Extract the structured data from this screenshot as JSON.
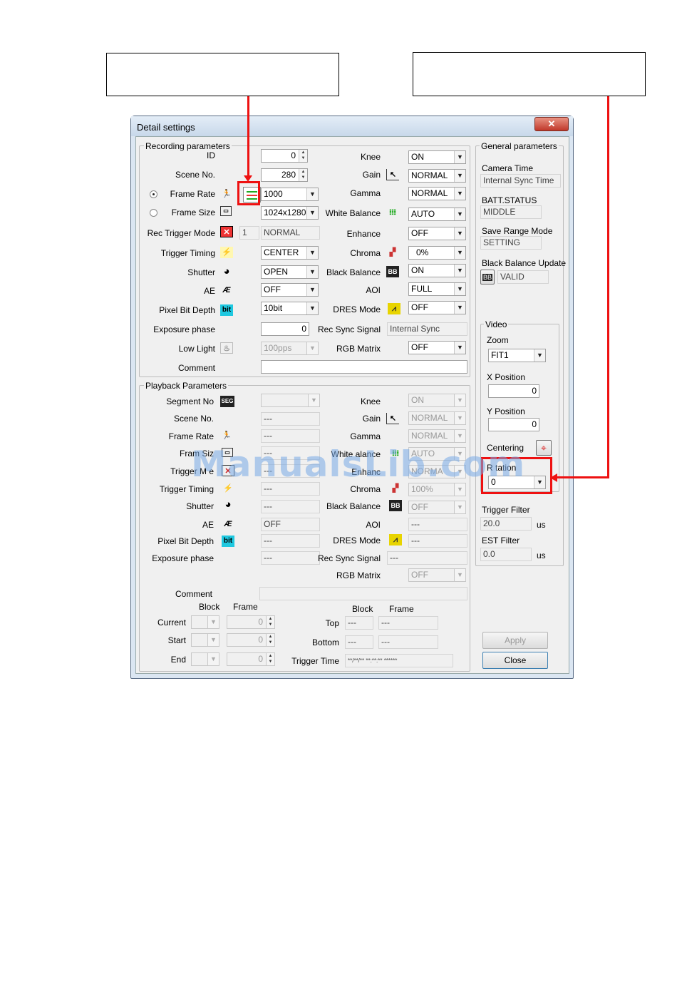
{
  "dialog": {
    "title": "Detail settings",
    "close_glyph": "✕"
  },
  "callouts": {
    "left_text": "",
    "right_text": ""
  },
  "recording": {
    "group_title": "Recording parameters",
    "id": {
      "label": "ID",
      "value": "0"
    },
    "scene_no": {
      "label": "Scene No.",
      "value": "280"
    },
    "frame_rate": {
      "label": "Frame Rate",
      "value": "1000"
    },
    "frame_size": {
      "label": "Frame Size",
      "value": "1024x1280"
    },
    "rec_trigger_mode": {
      "label": "Rec Trigger Mode",
      "num": "1",
      "value": "NORMAL"
    },
    "trigger_timing": {
      "label": "Trigger Timing",
      "value": "CENTER"
    },
    "shutter": {
      "label": "Shutter",
      "value": "OPEN"
    },
    "ae": {
      "label": "AE",
      "value": "OFF"
    },
    "pixel_bit_depth": {
      "label": "Pixel Bit Depth",
      "value": "10bit"
    },
    "exposure_phase": {
      "label": "Exposure phase",
      "value": "0"
    },
    "low_light": {
      "label": "Low Light",
      "value": "100pps"
    },
    "comment": {
      "label": "Comment",
      "value": ""
    },
    "knee": {
      "label": "Knee",
      "value": "ON"
    },
    "gain": {
      "label": "Gain",
      "value": "NORMAL"
    },
    "gamma": {
      "label": "Gamma",
      "value": "NORMAL"
    },
    "white_balance": {
      "label": "White Balance",
      "value": "AUTO"
    },
    "enhance": {
      "label": "Enhance",
      "value": "OFF"
    },
    "chroma": {
      "label": "Chroma",
      "value": "0%"
    },
    "black_balance": {
      "label": "Black Balance",
      "value": "ON"
    },
    "aoi": {
      "label": "AOI",
      "value": "FULL"
    },
    "dres_mode": {
      "label": "DRES Mode",
      "value": "OFF"
    },
    "rec_sync_signal": {
      "label": "Rec Sync Signal",
      "value": "Internal Sync"
    },
    "rgb_matrix": {
      "label": "RGB Matrix",
      "value": "OFF"
    }
  },
  "playback": {
    "group_title": "Playback Parameters",
    "segment_no": {
      "label": "Segment No",
      "value": ""
    },
    "scene_no": {
      "label": "Scene No.",
      "value": "---"
    },
    "frame_rate": {
      "label": "Frame Rate",
      "value": "---"
    },
    "frame_size": {
      "label": "Fram  Siz",
      "value": "---"
    },
    "trigger_mode": {
      "label": "Trigger  M  e",
      "value": "---"
    },
    "trigger_timing": {
      "label": "Trigger Timing",
      "value": "---"
    },
    "shutter": {
      "label": "Shutter",
      "value": "---"
    },
    "ae": {
      "label": "AE",
      "value": "OFF"
    },
    "pixel_bit_depth": {
      "label": "Pixel Bit Depth",
      "value": "---"
    },
    "exposure_phase": {
      "label": "Exposure phase",
      "value": "---"
    },
    "knee": {
      "label": "Knee",
      "value": "ON"
    },
    "gain": {
      "label": "Gain",
      "value": "NORMAL"
    },
    "gamma": {
      "label": "Gamma",
      "value": "NORMAL"
    },
    "white_balance": {
      "label": "White  alance",
      "value": "AUTO"
    },
    "enhance": {
      "label": "Enhanc",
      "value": "NORMA"
    },
    "chroma": {
      "label": "Chroma",
      "value": "100%"
    },
    "black_balance": {
      "label": "Black Balance",
      "value": "OFF"
    },
    "aoi": {
      "label": "AOI",
      "value": "---"
    },
    "dres_mode": {
      "label": "DRES Mode",
      "value": "---"
    },
    "rec_sync_signal": {
      "label": "Rec Sync Signal",
      "value": "---"
    },
    "rgb_matrix": {
      "label": "RGB Matrix",
      "value": "OFF"
    },
    "comment": {
      "label": "Comment",
      "value": ""
    },
    "block_header": "Block",
    "frame_header": "Frame",
    "current_label": "Current",
    "start_label": "Start",
    "end_label": "End",
    "current_frame": "0",
    "start_frame": "0",
    "end_frame": "0",
    "block2_header": "Block",
    "frame2_header": "Frame",
    "top_label": "Top",
    "bottom_label": "Bottom",
    "top_block": "---",
    "top_frame": "---",
    "bottom_block": "---",
    "bottom_frame": "---",
    "trigger_time_label": "Trigger Time",
    "trigger_time_value": "**/**/** **:**:** ******"
  },
  "general": {
    "group_title": "General parameters",
    "camera_time_label": "Camera Time",
    "camera_time_value": "Internal Sync Time",
    "batt_label": "BATT.STATUS",
    "batt_value": "MIDDLE",
    "save_range_label": "Save Range Mode",
    "save_range_value": "SETTING",
    "black_balance_update_label": "Black Balance Update",
    "black_balance_update_value": "VALID",
    "trigger_filter_label": "Trigger Filter",
    "trigger_filter_value": "20.0",
    "trigger_filter_unit": "us",
    "est_filter_label": "EST Filter",
    "est_filter_value": "0.0",
    "est_filter_unit": "us"
  },
  "video": {
    "group_title": "Video",
    "zoom_label": "Zoom",
    "zoom_value": "FIT1",
    "x_position_label": "X Position",
    "x_position_value": "0",
    "y_position_label": "Y Position",
    "y_position_value": "0",
    "centering_label": "Centering",
    "rotation_label": "R tation",
    "rotation_value": "0"
  },
  "buttons": {
    "apply": "Apply",
    "close": "Close"
  },
  "watermark": "ManualsLib.com",
  "icons": {
    "bit_badge": "bit",
    "seg_badge": "SEG",
    "bb_badge": "BB"
  },
  "colors": {
    "highlight_red": "#e11111",
    "dialog_bg": "#f0f0f0",
    "titlebar": "#dbe6f2"
  }
}
